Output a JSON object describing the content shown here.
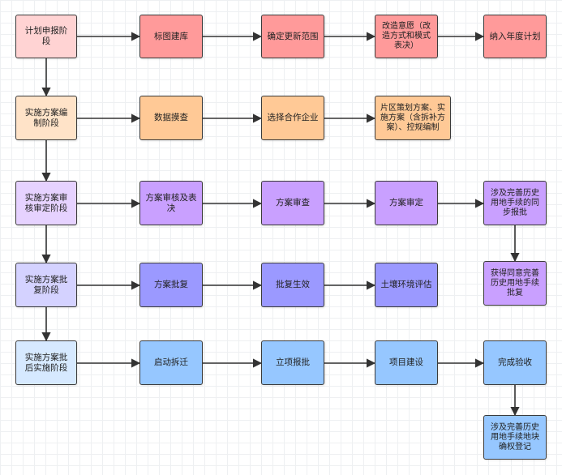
{
  "colors": {
    "row1_stage": "#ffd3d3",
    "row1": "#ff9a9a",
    "row2_stage": "#ffe3c8",
    "row2": "#ffc996",
    "row3_stage": "#e6d2ff",
    "row3": "#c9a0ff",
    "row4_stage": "#d4d2ff",
    "row4": "#9b99ff",
    "row5_stage": "#d6e9ff",
    "row5": "#96c7ff",
    "edge": "#333333"
  },
  "nodes": {
    "plan_apply": "计划申报阶段",
    "map_build": "标图建库",
    "confirm_scope": "确定更新范围",
    "intent": "改造意愿（改造方式和模式表决）",
    "annual_plan": "纳入年度计划",
    "scheme_prep": "实施方案编制阶段",
    "data_survey": "数据摸查",
    "choose_partner": "选择合作企业",
    "district_plan": "片区策划方案、实施方案（含拆补方案）、控规编制",
    "scheme_review_stage": "实施方案审核审定阶段",
    "review_publicity": "方案审核及表决",
    "scheme_check": "方案审查",
    "scheme_approve": "方案审定",
    "history_sync": "涉及完善历史用地手续的同步报批",
    "scheme_approval_stage": "实施方案批复阶段",
    "scheme_reply": "方案批复",
    "reply_effective": "批复生效",
    "soil_eval": "土壤环境评估",
    "history_consent": "获得同意完善历史用地手续批复",
    "post_approval_stage": "实施方案批后实施阶段",
    "start_demolition": "启动拆迁",
    "project_approval": "立项报批",
    "project_build": "项目建设",
    "acceptance": "完成验收",
    "land_register": "涉及完善历史用地手续地块确权登记"
  }
}
